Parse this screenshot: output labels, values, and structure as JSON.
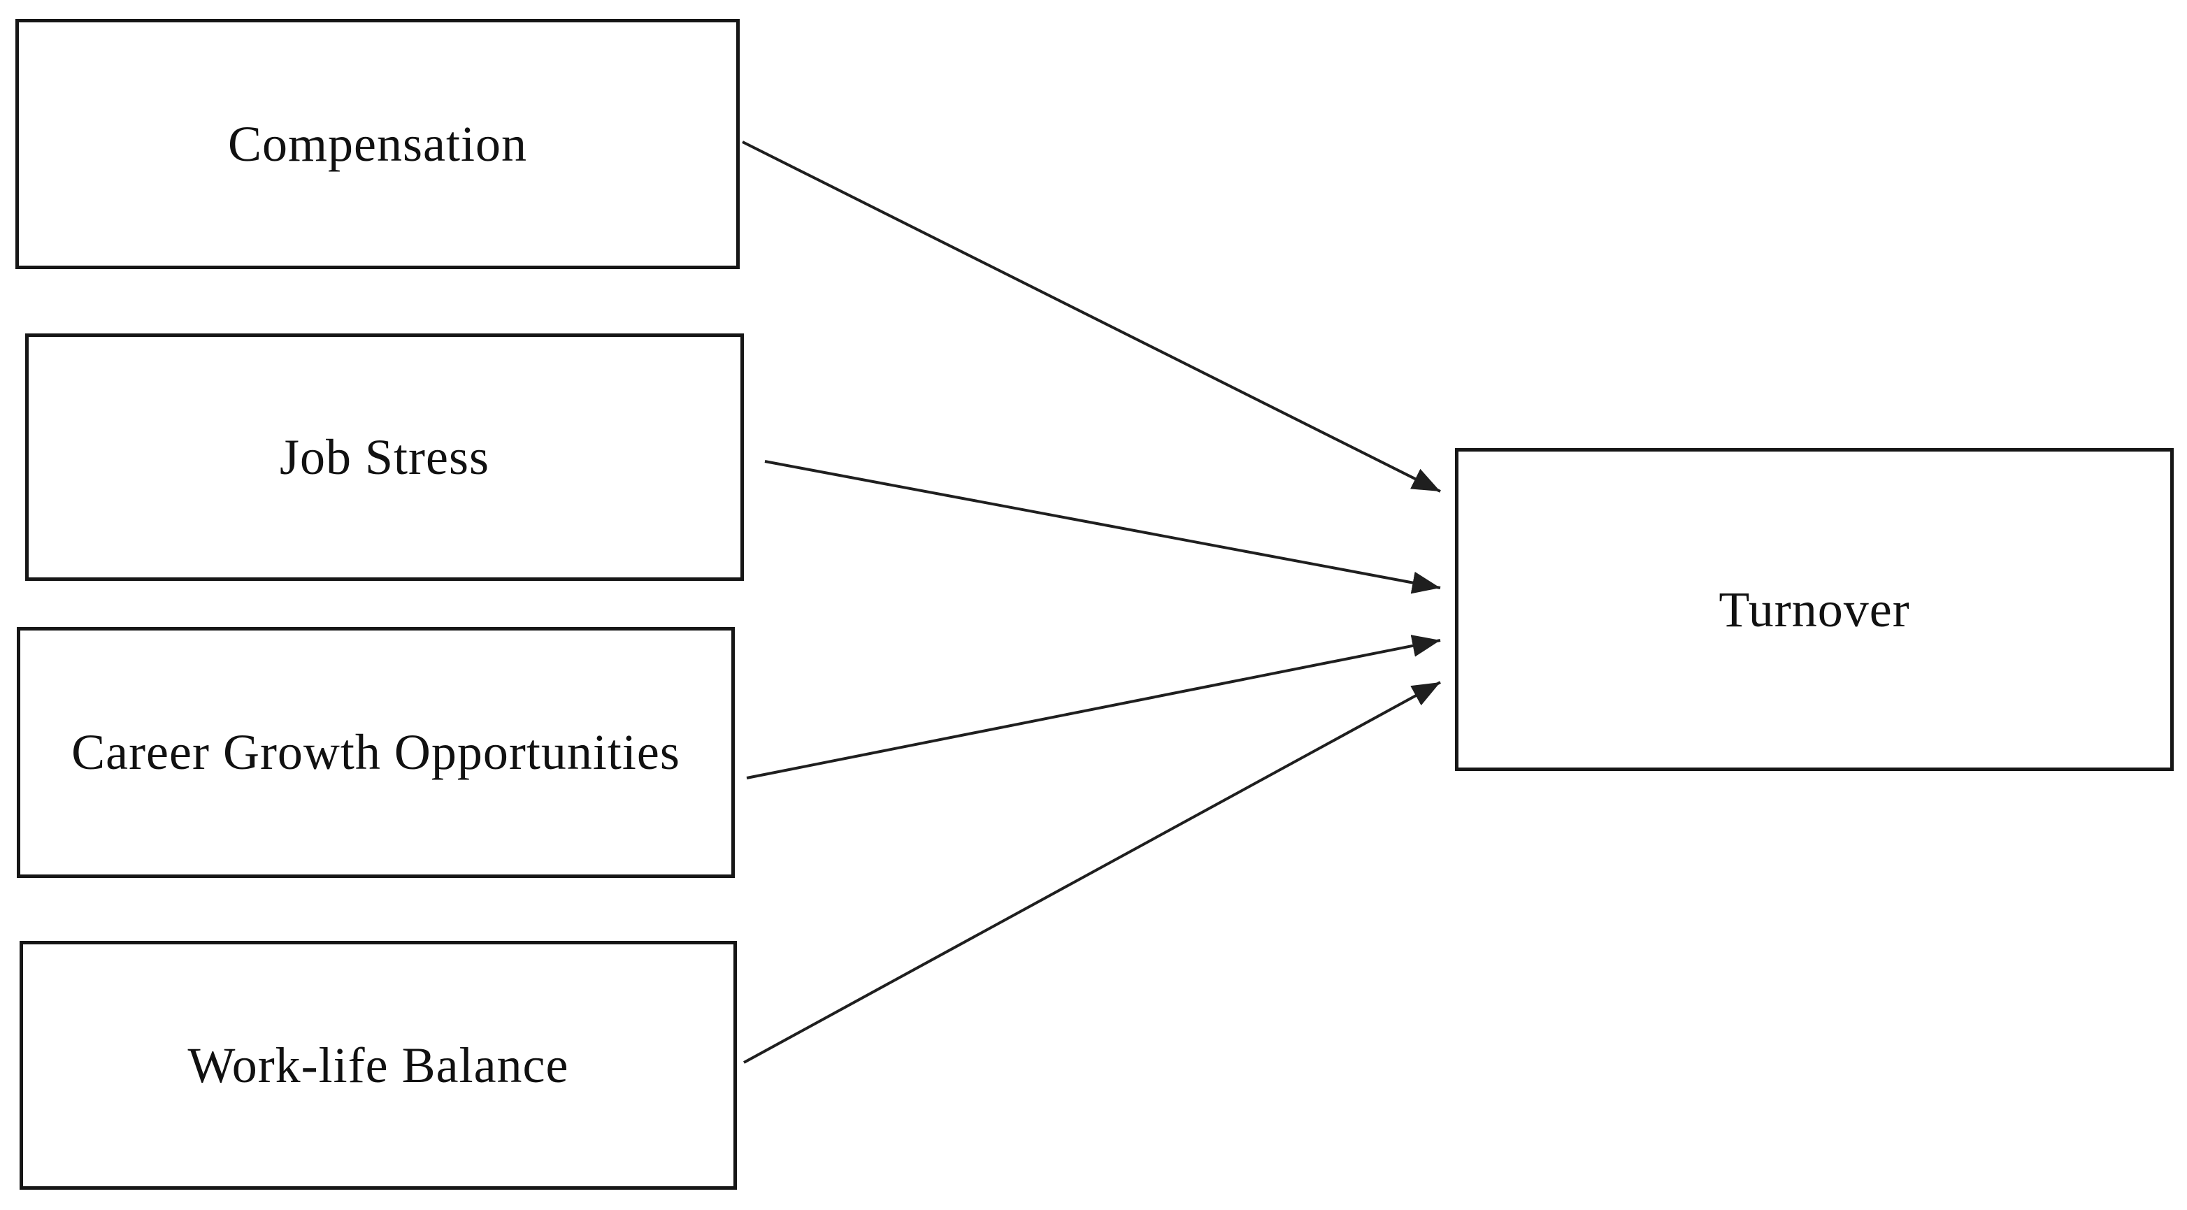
{
  "diagram": {
    "type": "conceptual-framework",
    "nodes": {
      "factors": [
        {
          "id": "compensation",
          "label": "Compensation"
        },
        {
          "id": "job-stress",
          "label": "Job Stress"
        },
        {
          "id": "career-growth-opportunities",
          "label": "Career Growth Opportunities"
        },
        {
          "id": "work-life-balance",
          "label": "Work-life Balance"
        }
      ],
      "outcome": {
        "id": "turnover",
        "label": "Turnover"
      }
    },
    "edges": [
      {
        "from": "Compensation",
        "to": "Turnover"
      },
      {
        "from": "Job Stress",
        "to": "Turnover"
      },
      {
        "from": "Career Growth Opportunities",
        "to": "Turnover"
      },
      {
        "from": "Work-life Balance",
        "to": "Turnover"
      }
    ],
    "colors": {
      "background": "#ffffff",
      "box_fill": "#ffffff",
      "box_border": "#161616",
      "arrow": "#1f1f1f",
      "text": "#111111"
    }
  }
}
